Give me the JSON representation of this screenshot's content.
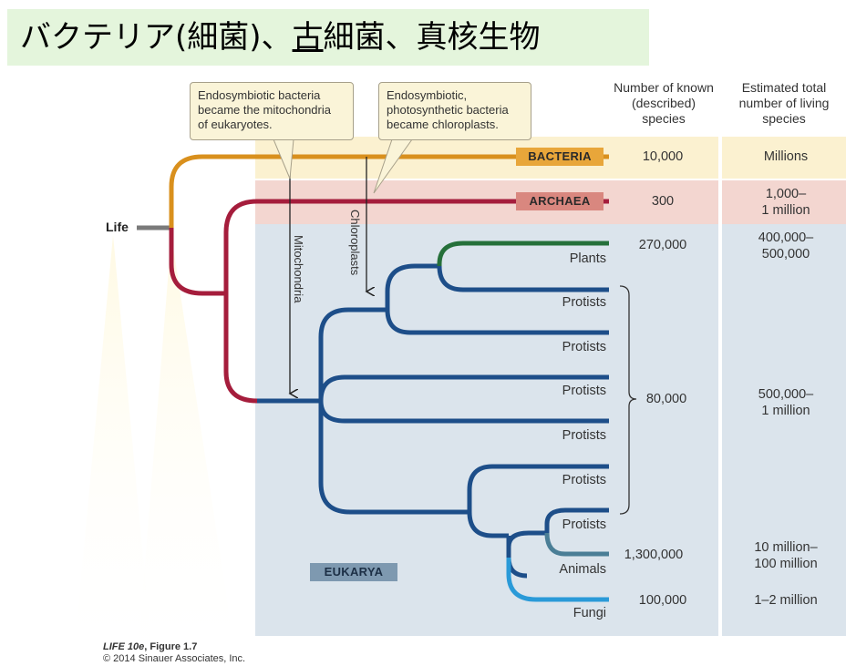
{
  "title": {
    "part1": "バクテリア(細菌)、",
    "part2": "古",
    "part3": "細菌、真核生物"
  },
  "columns": {
    "known_line1": "Number of known",
    "known_line2": "(described)",
    "known_line3": "species",
    "total_line1": "Estimated total",
    "total_line2": "number of living",
    "total_line3": "species"
  },
  "root_label": "Life",
  "callouts": {
    "mito": {
      "line1": "Endosymbiotic bacteria",
      "line2": "became the mitochondria",
      "line3": "of eukaryotes."
    },
    "chloro": {
      "line1": "Endosymbiotic,",
      "line2": "photosynthetic bacteria",
      "line3": "became chloroplasts."
    }
  },
  "arrow_labels": {
    "mitochondria": "Mitochondria",
    "chloroplasts": "Chloroplasts"
  },
  "domains": {
    "bacteria": {
      "label": "BACTERIA",
      "known": "10,000",
      "total": "Millions"
    },
    "archaea": {
      "label": "ARCHAEA",
      "known": "300",
      "total_line1": "1,000–",
      "total_line2": "1 million"
    },
    "eukarya": {
      "label": "EUKARYA"
    }
  },
  "leaves": {
    "plants": "Plants",
    "protists1": "Protists",
    "protists2": "Protists",
    "protists3": "Protists",
    "protists4": "Protists",
    "protists5": "Protists",
    "protists6": "Protists",
    "animals": "Animals",
    "fungi": "Fungi"
  },
  "counts": {
    "plants_known": "270,000",
    "plants_total_1": "400,000–",
    "plants_total_2": "500,000",
    "protists_known": "80,000",
    "protists_total_1": "500,000–",
    "protists_total_2": "1 million",
    "animals_known": "1,300,000",
    "animals_total_1": "10 million–",
    "animals_total_2": "100 million",
    "fungi_known": "100,000",
    "fungi_total": "1–2 million"
  },
  "credit": {
    "line1_italic": "LIFE 10e",
    "line1_rest": ", Figure 1.7",
    "line2": "© 2014 Sinauer Associates, Inc."
  },
  "colors": {
    "bacteria": "#d9901d",
    "archaea": "#a51d3c",
    "eukarya": "#1d4e89",
    "plants": "#25703a",
    "animals": "#4a7e96",
    "fungi": "#2a9ad8",
    "bacteria_band": "#fbf1d0",
    "archaea_band": "#f3d6d0",
    "eukarya_band": "#dbe4ec"
  }
}
